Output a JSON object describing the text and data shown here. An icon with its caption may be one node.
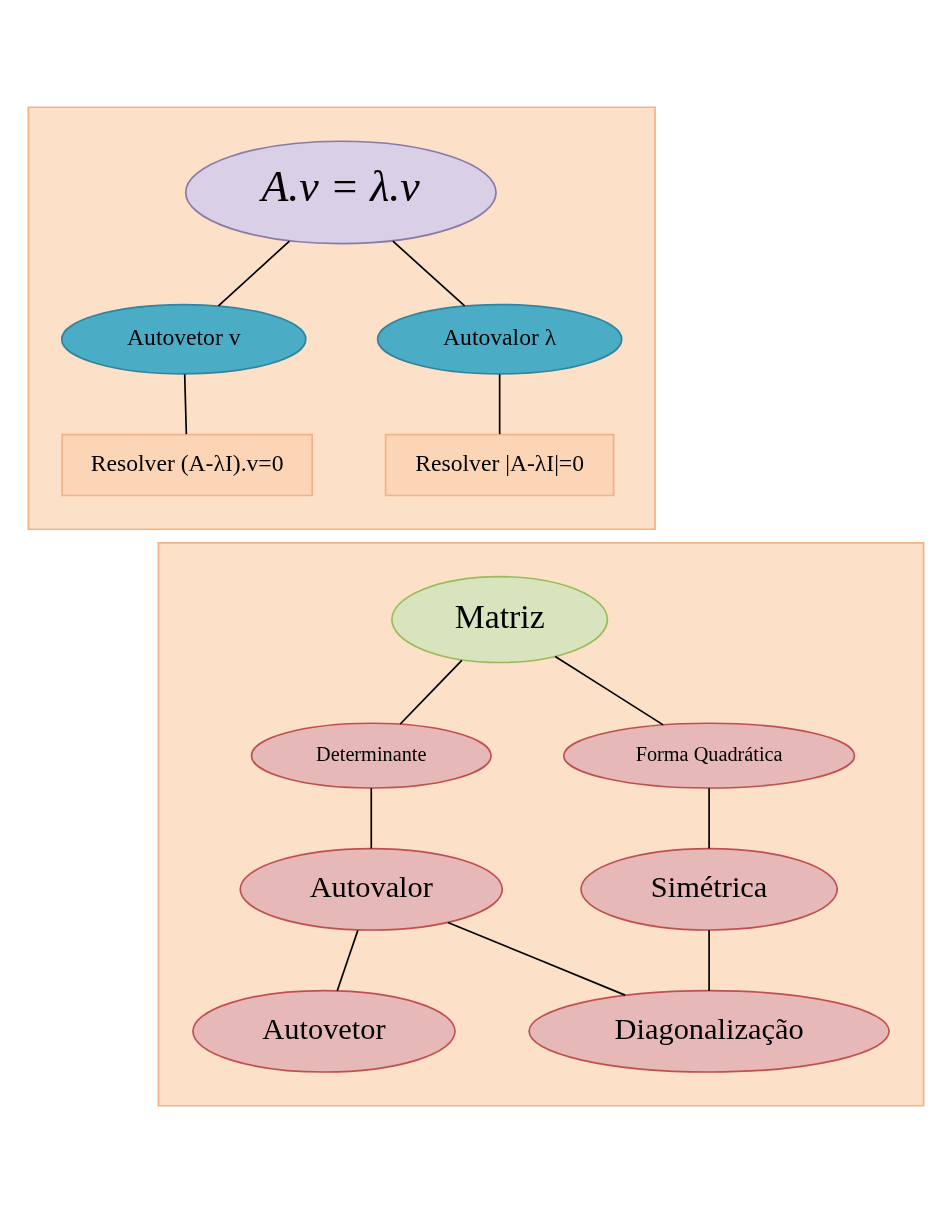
{
  "diagram": {
    "nodes": [
      {
        "text": [],
        "shape": "box"
      },
      {
        "text": [
          "A.v = λ.v"
        ],
        "in": 0
      },
      {
        "text": [
          "Autovetor v"
        ],
        "in": 0
      },
      {
        "text": [
          "Autovalor λ"
        ],
        "in": 0
      },
      {
        "text": [
          "Resolver (A-λI).v=0"
        ],
        "in": 0
      },
      {
        "text": [
          "Resolver |A-λI|=0"
        ],
        "in": 0
      },
      {
        "text": [],
        "shape": "box"
      },
      {
        "text": [
          "Matriz"
        ],
        "in": 6
      },
      {
        "text": [
          "Determinante"
        ],
        "in": 6
      },
      {
        "text": [
          "Forma Quadrática"
        ],
        "in": 6
      },
      {
        "text": [
          "Autovalor"
        ],
        "in": 6
      },
      {
        "text": [
          "Simétrica"
        ],
        "in": 6
      },
      {
        "text": [
          "Autovetor"
        ],
        "in": 6
      },
      {
        "text": [
          "Diagonalização"
        ],
        "in": 6
      }
    ],
    "edges": [
      {
        "from": 1,
        "to": 2,
        "arrow": "none"
      },
      {
        "from": 1,
        "to": 3,
        "arrow": "none"
      },
      {
        "from": 2,
        "to": 4,
        "arrow": "none"
      },
      {
        "from": 3,
        "to": 5,
        "arrow": "none"
      },
      {
        "from": 7,
        "to": 8,
        "arrow": "none"
      },
      {
        "from": 7,
        "to": 9,
        "arrow": "none"
      },
      {
        "from": 8,
        "to": 10,
        "arrow": "none"
      },
      {
        "from": 9,
        "to": 11,
        "arrow": "none"
      },
      {
        "from": 10,
        "to": 12,
        "arrow": "none"
      },
      {
        "from": 10,
        "to": 13,
        "arrow": "none"
      },
      {
        "from": 11,
        "to": 13,
        "arrow": "none"
      }
    ]
  }
}
